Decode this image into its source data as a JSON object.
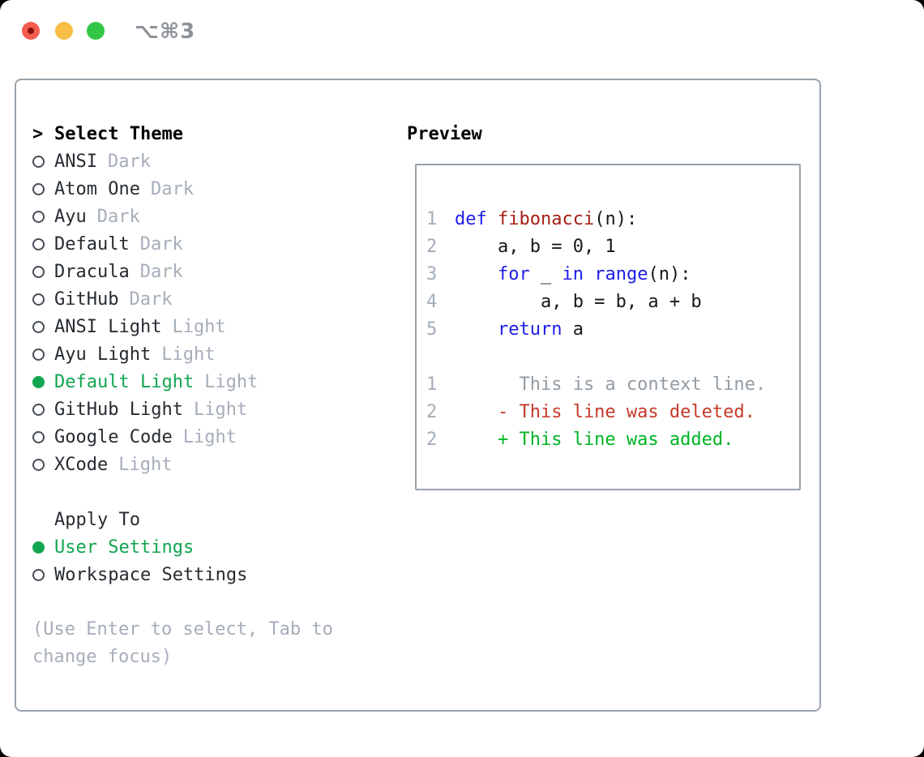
{
  "window_title": "⌥⌘3",
  "left_panel": {
    "cursor": ">",
    "title": "Select Theme",
    "themes": [
      {
        "name": "ANSI",
        "variant": "Dark",
        "selected": false
      },
      {
        "name": "Atom One",
        "variant": "Dark",
        "selected": false
      },
      {
        "name": "Ayu",
        "variant": "Dark",
        "selected": false
      },
      {
        "name": "Default",
        "variant": "Dark",
        "selected": false
      },
      {
        "name": "Dracula",
        "variant": "Dark",
        "selected": false
      },
      {
        "name": "GitHub",
        "variant": "Dark",
        "selected": false
      },
      {
        "name": "ANSI Light",
        "variant": "Light",
        "selected": false
      },
      {
        "name": "Ayu Light",
        "variant": "Light",
        "selected": false
      },
      {
        "name": "Default Light",
        "variant": "Light",
        "selected": true
      },
      {
        "name": "GitHub Light",
        "variant": "Light",
        "selected": false
      },
      {
        "name": "Google Code",
        "variant": "Light",
        "selected": false
      },
      {
        "name": "XCode",
        "variant": "Light",
        "selected": false
      }
    ],
    "apply_to": {
      "title": "Apply To",
      "options": [
        {
          "label": "User Settings",
          "selected": true
        },
        {
          "label": "Workspace Settings",
          "selected": false
        }
      ]
    },
    "help_text": "(Use Enter to select, Tab to change focus)"
  },
  "preview": {
    "title": "Preview",
    "code_lines": [
      {
        "num": "1",
        "segments": [
          {
            "text": "def",
            "role": "keyword"
          },
          {
            "text": " ",
            "role": "plain"
          },
          {
            "text": "fibonacci",
            "role": "function"
          },
          {
            "text": "(n):",
            "role": "plain"
          }
        ]
      },
      {
        "num": "2",
        "segments": [
          {
            "text": "    a, b = 0, 1",
            "role": "plain"
          }
        ]
      },
      {
        "num": "3",
        "segments": [
          {
            "text": "    ",
            "role": "plain"
          },
          {
            "text": "for",
            "role": "keyword"
          },
          {
            "text": " _ ",
            "role": "plain"
          },
          {
            "text": "in",
            "role": "keyword"
          },
          {
            "text": " ",
            "role": "plain"
          },
          {
            "text": "range",
            "role": "keyword"
          },
          {
            "text": "(n):",
            "role": "plain"
          }
        ]
      },
      {
        "num": "4",
        "segments": [
          {
            "text": "        a, b = b, a + b",
            "role": "plain"
          }
        ]
      },
      {
        "num": "5",
        "segments": [
          {
            "text": "    ",
            "role": "plain"
          },
          {
            "text": "return",
            "role": "keyword"
          },
          {
            "text": " a",
            "role": "plain"
          }
        ]
      }
    ],
    "diff_lines": [
      {
        "num": "1",
        "role": "context",
        "text": "      This is a context line."
      },
      {
        "num": "2",
        "role": "deleted",
        "text": "    - This line was deleted."
      },
      {
        "num": "2",
        "role": "added",
        "text": "    + This line was added."
      }
    ]
  },
  "colors": {
    "accent-green": "#12a550",
    "diff-added": "#00b424",
    "diff-deleted": "#c43a28",
    "keyword-blue": "#1d1de8",
    "function-red": "#a51f15",
    "muted-gray": "#a6aeb9",
    "line-number": "#a3adb8",
    "context-gray": "#929ca5",
    "text-dark": "#262b31",
    "border-gray": "#99a2ac",
    "titlebar-gray": "#8d9298",
    "traffic-red": "#f45c50",
    "traffic-red-dot": "#861209",
    "traffic-yellow": "#f8bd45",
    "traffic-green": "#33c748"
  }
}
